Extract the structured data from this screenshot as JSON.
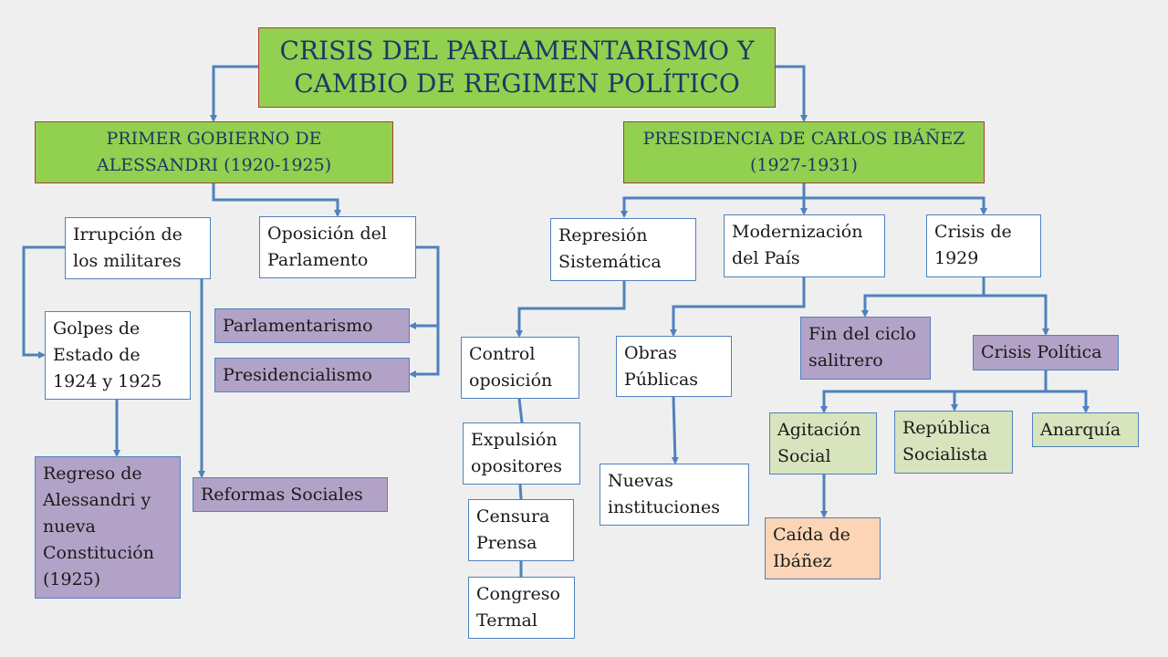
{
  "title": "CRISIS DEL PARLAMENTARISMO Y\nCAMBIO DE REGIMEN POLÍTICO",
  "left": {
    "heading": "PRIMER GOBIERNO DE\nALESSANDRI (1920-1925)",
    "irrupcion": "Irrupción de\nlos militares",
    "oposicion": "Oposición del\nParlamento",
    "golpes": "Golpes de\nEstado de\n1924 y 1925",
    "parlamentarismo": "Parlamentarismo",
    "presidencialismo": "Presidencialismo",
    "regreso": "Regreso de\nAlessandri y\nnueva\nConstitución\n(1925)",
    "reformas": "Reformas Sociales"
  },
  "right": {
    "heading": "PRESIDENCIA DE CARLOS IBÁÑEZ\n(1927-1931)",
    "represion": "Represión\nSistemática",
    "modernizacion": "Modernización\ndel País",
    "crisis1929": "Crisis de\n1929",
    "control": "Control\noposición",
    "expulsion": "Expulsión\nopositores",
    "censura": "Censura\nPrensa",
    "congreso": "Congreso\nTermal",
    "obras": "Obras\nPúblicas",
    "nuevas": "Nuevas\ninstituciones",
    "fin_ciclo": "Fin del ciclo\nsalitrero",
    "crisis_politica": "Crisis Política",
    "agitacion": "Agitación\nSocial",
    "republica": "República\nSocialista",
    "anarquia": "Anarquía",
    "caida": "Caída de\nIbáñez"
  },
  "colors": {
    "connector": "#4f81bd",
    "green": "#92d050",
    "purple": "#b3a2c7",
    "light_green": "#d7e4bd",
    "peach": "#fbd5b5"
  }
}
